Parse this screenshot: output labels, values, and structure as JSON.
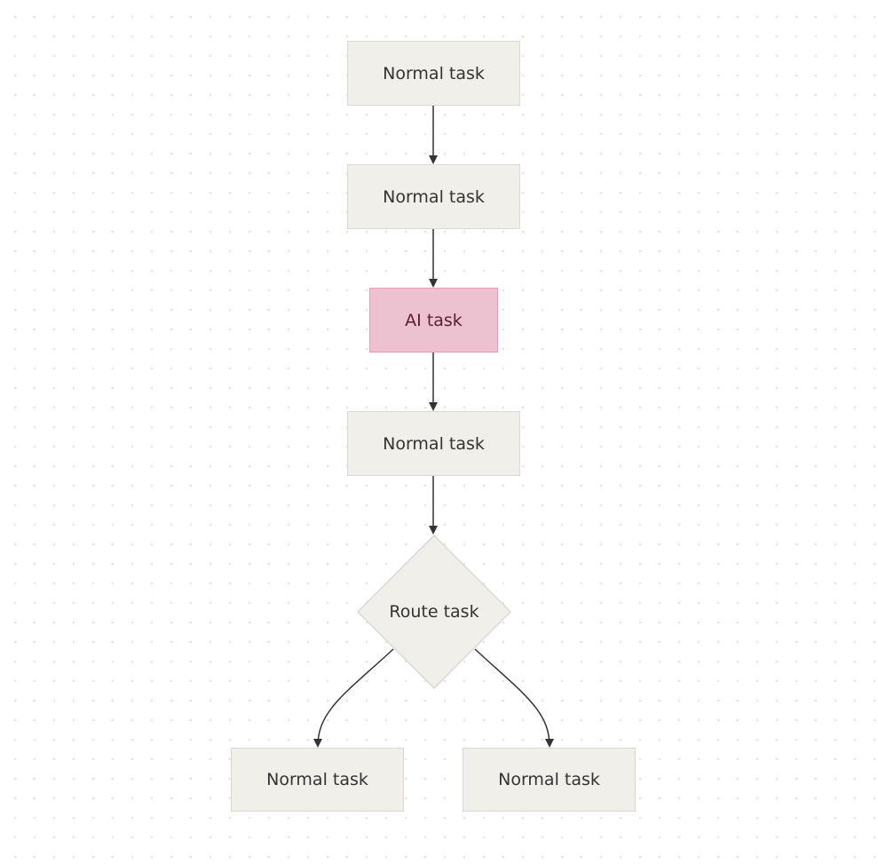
{
  "diagram": {
    "nodes": {
      "n1": {
        "label": "Normal task",
        "kind": "normal"
      },
      "n2": {
        "label": "Normal task",
        "kind": "normal"
      },
      "n3": {
        "label": "AI task",
        "kind": "ai"
      },
      "n4": {
        "label": "Normal task",
        "kind": "normal"
      },
      "route": {
        "label": "Route task",
        "kind": "route"
      },
      "n6": {
        "label": "Normal task",
        "kind": "normal"
      },
      "n7": {
        "label": "Normal task",
        "kind": "normal"
      }
    },
    "edges": [
      {
        "from": "n1",
        "to": "n2"
      },
      {
        "from": "n2",
        "to": "n3"
      },
      {
        "from": "n3",
        "to": "n4"
      },
      {
        "from": "n4",
        "to": "route"
      },
      {
        "from": "route",
        "to": "n6"
      },
      {
        "from": "route",
        "to": "n7"
      }
    ]
  },
  "colors": {
    "normal_fill": "#f0efea",
    "normal_border": "#d9d8d2",
    "ai_fill": "#ecc1d0",
    "ai_border": "#dca0b7",
    "edge": "#333333",
    "canvas_dot": "#e4e3e0"
  }
}
